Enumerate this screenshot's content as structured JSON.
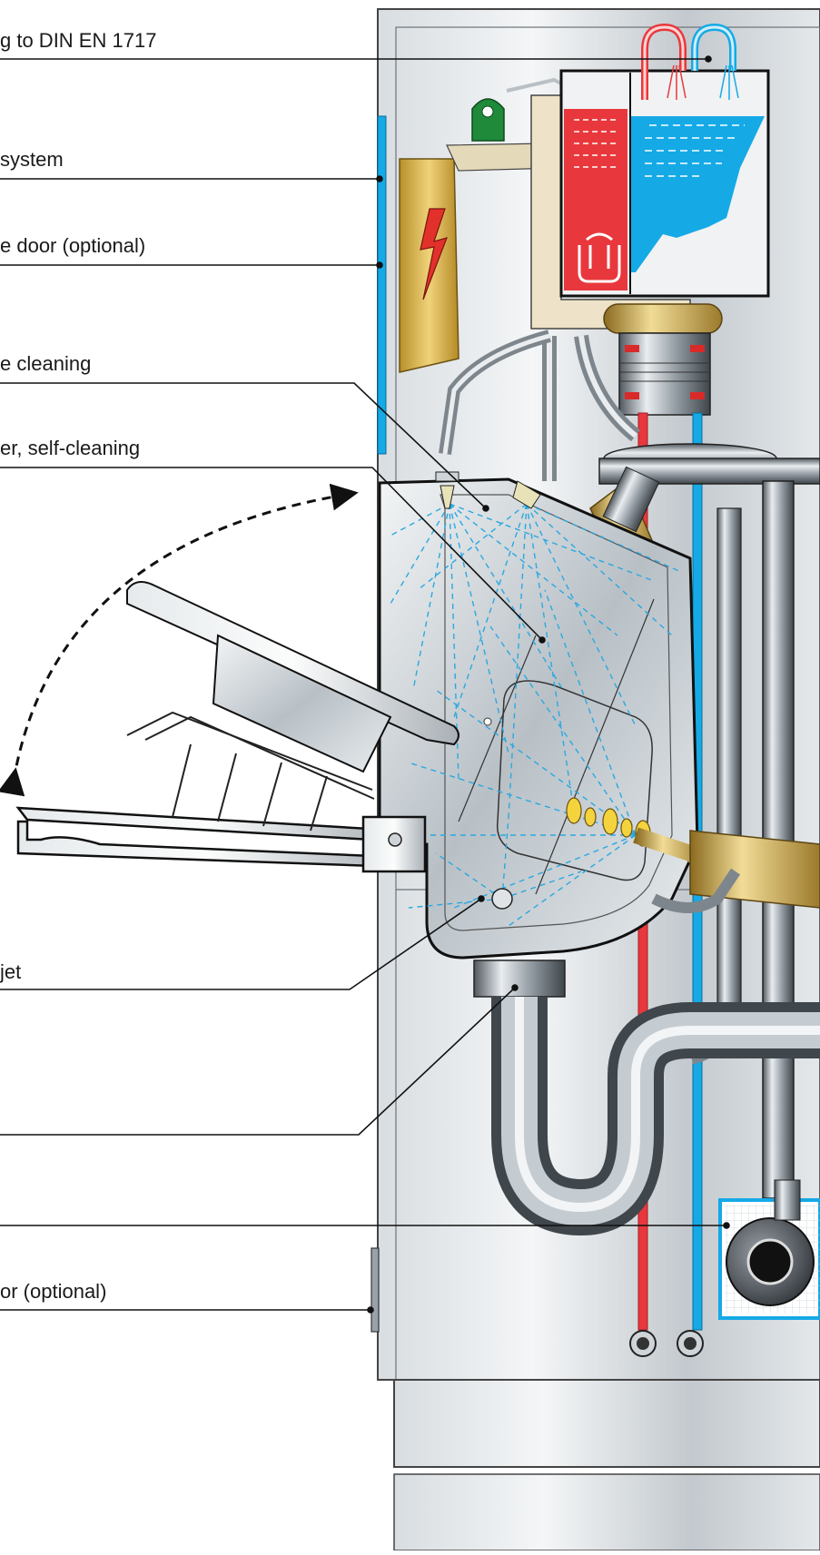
{
  "diagram": {
    "labels": [
      {
        "id": "din",
        "text": "g to DIN EN 1717"
      },
      {
        "id": "system",
        "text": "system"
      },
      {
        "id": "door",
        "text": "e door (optional)"
      },
      {
        "id": "cleaning",
        "text": "e cleaning"
      },
      {
        "id": "selfcleaning",
        "text": "er, self-cleaning"
      },
      {
        "id": "jet",
        "text": "jet"
      },
      {
        "id": "door2",
        "text": "or (optional)"
      }
    ],
    "colors": {
      "hot_water": "#e8383d",
      "cold_water": "#15a9e6",
      "steel_light": "#eef1f3",
      "steel_mid": "#b9c0c6",
      "steel_dark": "#5e666d",
      "electric_panel": "#d9b54a",
      "lightning": "#e2312b",
      "brass": "#c9a54a",
      "spray": "#2aa8e0",
      "bracket_green": "#1e8a3a"
    },
    "icons": [
      "lightning-bolt-icon",
      "heating-coil-icon",
      "pump-icon",
      "rotation-arrow-icon"
    ]
  }
}
